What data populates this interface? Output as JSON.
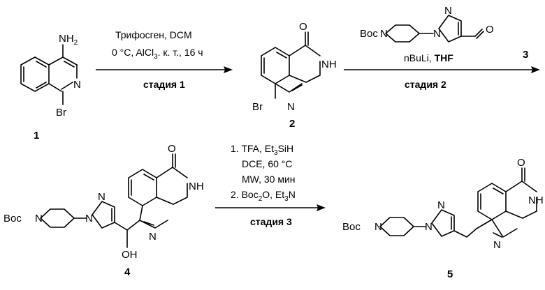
{
  "compounds": {
    "c1": {
      "number": "1",
      "atoms": {
        "nh2": "NH",
        "nh2_sub": "2",
        "n": "N",
        "br": "Br"
      }
    },
    "c2": {
      "number": "2",
      "atoms": {
        "o": "O",
        "nh": "NH",
        "br": "Br",
        "n": "N"
      }
    },
    "c3": {
      "number": "3",
      "atoms": {
        "boc": "Boc",
        "n_pip": "N",
        "n_pyr1": "N",
        "n_pyr2": "N",
        "o": "O"
      }
    },
    "c4": {
      "number": "4",
      "atoms": {
        "boc": "Boc",
        "n_pip": "N",
        "n_pyr1": "N",
        "n_pyr2": "N",
        "oh": "OH",
        "n_pyr": "N",
        "nh": "NH",
        "o": "O"
      }
    },
    "c5": {
      "number": "5",
      "atoms": {
        "boc": "Boc",
        "n_pip": "N",
        "n_pyr1": "N",
        "n_pyr2": "N",
        "n_pyr": "N",
        "nh": "NH",
        "o": "O"
      }
    }
  },
  "steps": {
    "step1": {
      "conditions_line1": "Трифосген, DCM",
      "conditions_line2_a": "0 °C, AlCl",
      "conditions_line2_sub": "3",
      "conditions_line2_b": ". к. т., 16 ч",
      "stage": "стадия 1"
    },
    "step2": {
      "reagent": "nBuLi, ",
      "reagent_bold": "THF",
      "stage": "стадия 2"
    },
    "step3": {
      "line1_a": "1. TFA, Et",
      "line1_sub": "3",
      "line1_b": "SiH",
      "line2": "DCE, 60 °C",
      "line3": "MW, 30 мин",
      "line4_a": "2. Boc",
      "line4_sub": "2",
      "line4_b": "O, Et",
      "line4_sub2": "3",
      "line4_c": "N",
      "stage": "стадия 3"
    }
  }
}
